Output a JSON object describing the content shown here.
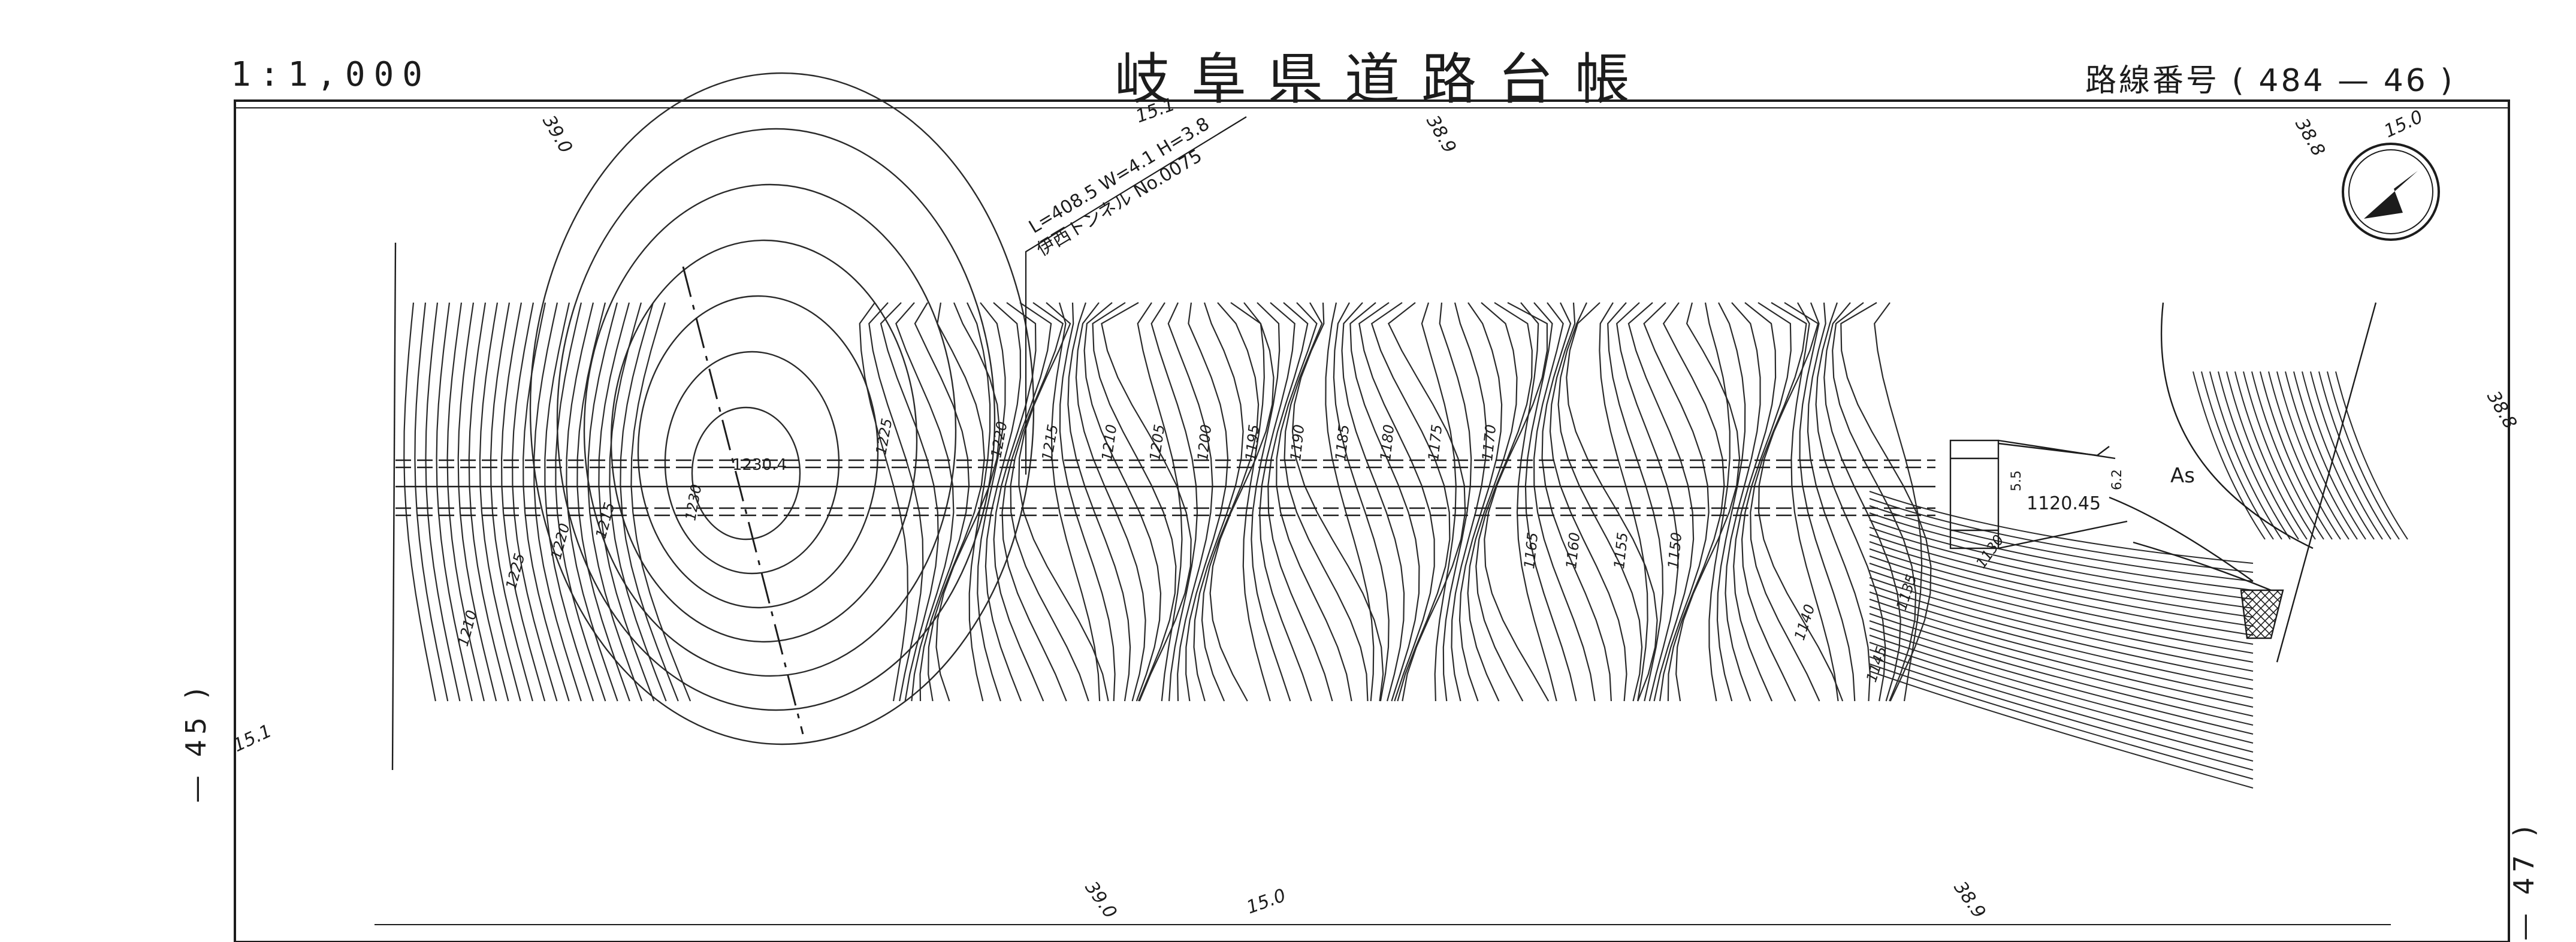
{
  "header": {
    "scale": "1:1,000",
    "title": "岐阜県道路台帳",
    "route_label": "路線番号",
    "route_open": "(",
    "route_from": "484",
    "route_dash": "—",
    "route_to": "46",
    "route_close": ")"
  },
  "side": {
    "left_sheet": "45",
    "right_sheet": "47",
    "dash": "—",
    "paren": ")"
  },
  "map": {
    "tunnel_line1": "L=408.5  W=4.1  H=3.8",
    "tunnel_line2": "伊西トンネル No.0075",
    "peak_elevation": "1230.4",
    "bridge_elevation": "1120.45",
    "road_surface": "As",
    "width_a": "5.5",
    "width_b": "6.2",
    "edge_labels_top": [
      "39.0",
      "15.1",
      "38.9",
      "38.8",
      "15.0"
    ],
    "edge_labels_right": [
      "38.8"
    ],
    "edge_labels_left": [
      "15.1"
    ],
    "edge_labels_bottom": [
      "39.0",
      "15.0",
      "38.9"
    ],
    "contour_labels": [
      "1230",
      "1225",
      "1220",
      "1215",
      "1210",
      "1225",
      "1220",
      "1215",
      "1210",
      "1205",
      "1200",
      "1195",
      "1190",
      "1185",
      "1180",
      "1175",
      "1170",
      "1165",
      "1160",
      "1155",
      "1150",
      "1145",
      "1140",
      "1135",
      "1130"
    ]
  }
}
